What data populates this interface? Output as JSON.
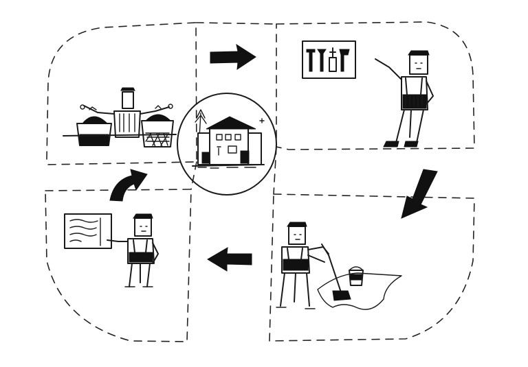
{
  "illustration": {
    "panels": [
      {
        "id": "kitchen",
        "icon": "cooking-pots-icon"
      },
      {
        "id": "tools",
        "icon": "tool-board-icon"
      },
      {
        "id": "cleaning",
        "icon": "mop-bucket-icon"
      },
      {
        "id": "planning",
        "icon": "whiteboard-icon"
      }
    ],
    "center_icon": "house-icon",
    "arrow_icon": "cycle-arrow-icon",
    "colors": {
      "ink": "#1a1a1a",
      "background": "#ffffff"
    }
  }
}
